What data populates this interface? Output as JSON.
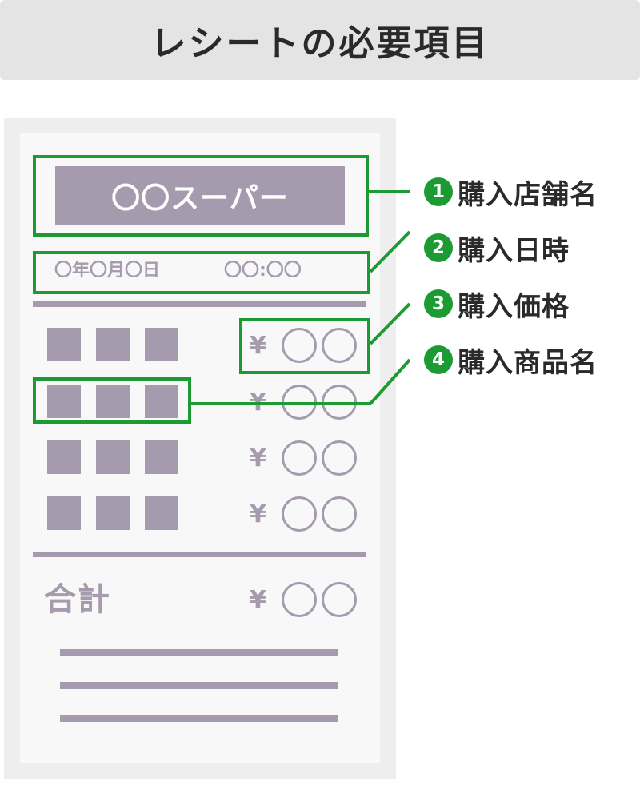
{
  "title": "レシートの必要項目",
  "receipt": {
    "store_name": "〇〇スーパー",
    "date": "〇年〇月〇日",
    "time": "〇〇:〇〇",
    "currency_symbol": "¥",
    "total_label": "合計",
    "item_row_count": 4
  },
  "legend": [
    {
      "number": "1",
      "label": "購入店舗名"
    },
    {
      "number": "2",
      "label": "購入日時"
    },
    {
      "number": "3",
      "label": "購入価格"
    },
    {
      "number": "4",
      "label": "購入商品名"
    }
  ],
  "colors": {
    "highlight": "#1b9b32",
    "receipt_ink": "#a69aae",
    "title_bar": "#e4e4e4",
    "receipt_background": "#f8f8f8"
  }
}
